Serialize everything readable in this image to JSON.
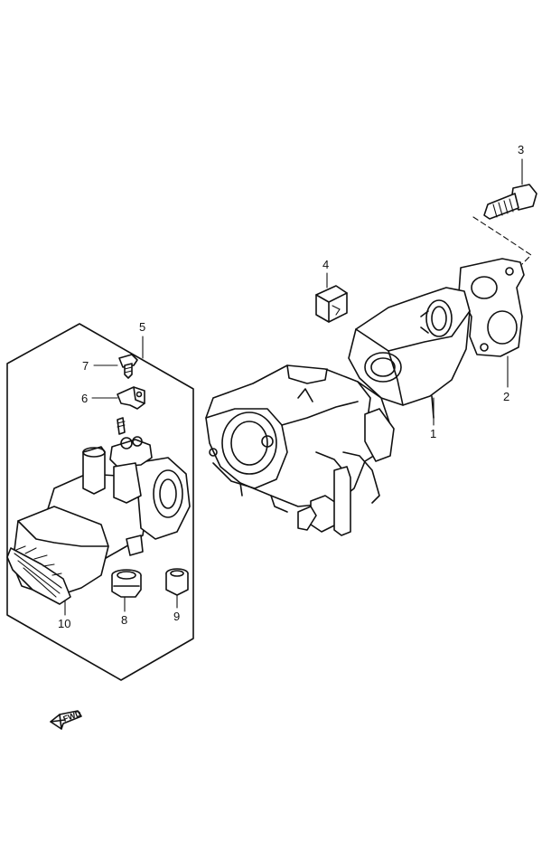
{
  "callouts": [
    {
      "id": "1",
      "label": "1"
    },
    {
      "id": "2",
      "label": "2"
    },
    {
      "id": "3",
      "label": "3"
    },
    {
      "id": "4",
      "label": "4"
    },
    {
      "id": "5",
      "label": "5"
    },
    {
      "id": "6",
      "label": "6"
    },
    {
      "id": "7",
      "label": "7"
    },
    {
      "id": "8",
      "label": "8"
    },
    {
      "id": "9",
      "label": "9"
    },
    {
      "id": "10",
      "label": "10"
    }
  ],
  "fwd_label": "FWD",
  "colors": {
    "line": "#111111",
    "background": "#ffffff"
  }
}
